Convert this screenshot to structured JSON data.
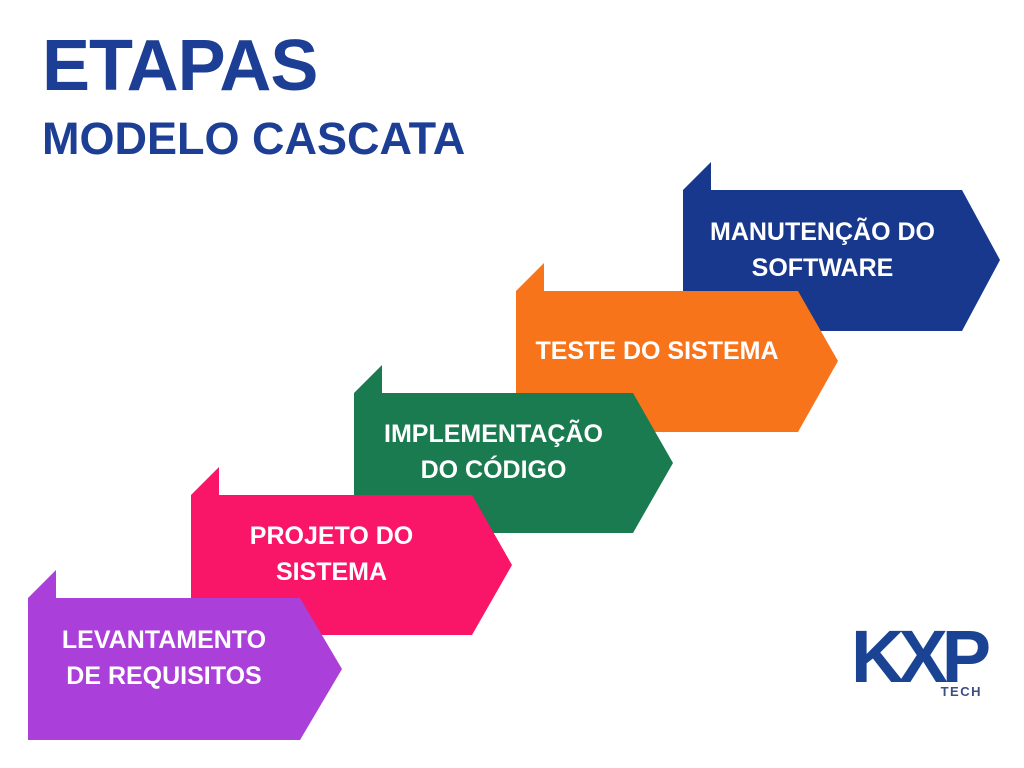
{
  "page": {
    "background_color": "#ffffff"
  },
  "header": {
    "title": "ETAPAS",
    "subtitle": "MODELO CASCATA",
    "text_color": "#1C3E94"
  },
  "diagram": {
    "description": "waterfall-model-staircase-of-arrow-ribbons",
    "stages": [
      {
        "step": 1,
        "id": "levantamento-de-requisitos",
        "label": "LEVANTAMENTO\nDE REQUISITOS",
        "color": "#AB3FD9"
      },
      {
        "step": 2,
        "id": "projeto-do-sistema",
        "label": "PROJETO DO\nSISTEMA",
        "color": "#F91568"
      },
      {
        "step": 3,
        "id": "implementacao-do-codigo",
        "label": "IMPLEMENTAÇÃO\nDO CÓDIGO",
        "color": "#1B7B50"
      },
      {
        "step": 4,
        "id": "teste-do-sistema",
        "label": "TESTE DO SISTEMA",
        "color": "#F8741B"
      },
      {
        "step": 5,
        "id": "manutencao-do-software",
        "label": "MANUTENÇÃO DO\nSOFTWARE",
        "color": "#17388C"
      }
    ],
    "label_text_color": "#ffffff"
  },
  "logo": {
    "brand": "KXP",
    "sub_brand": "TECH",
    "brand_color": "#1B4394",
    "sub_brand_color": "#3D4E80"
  }
}
